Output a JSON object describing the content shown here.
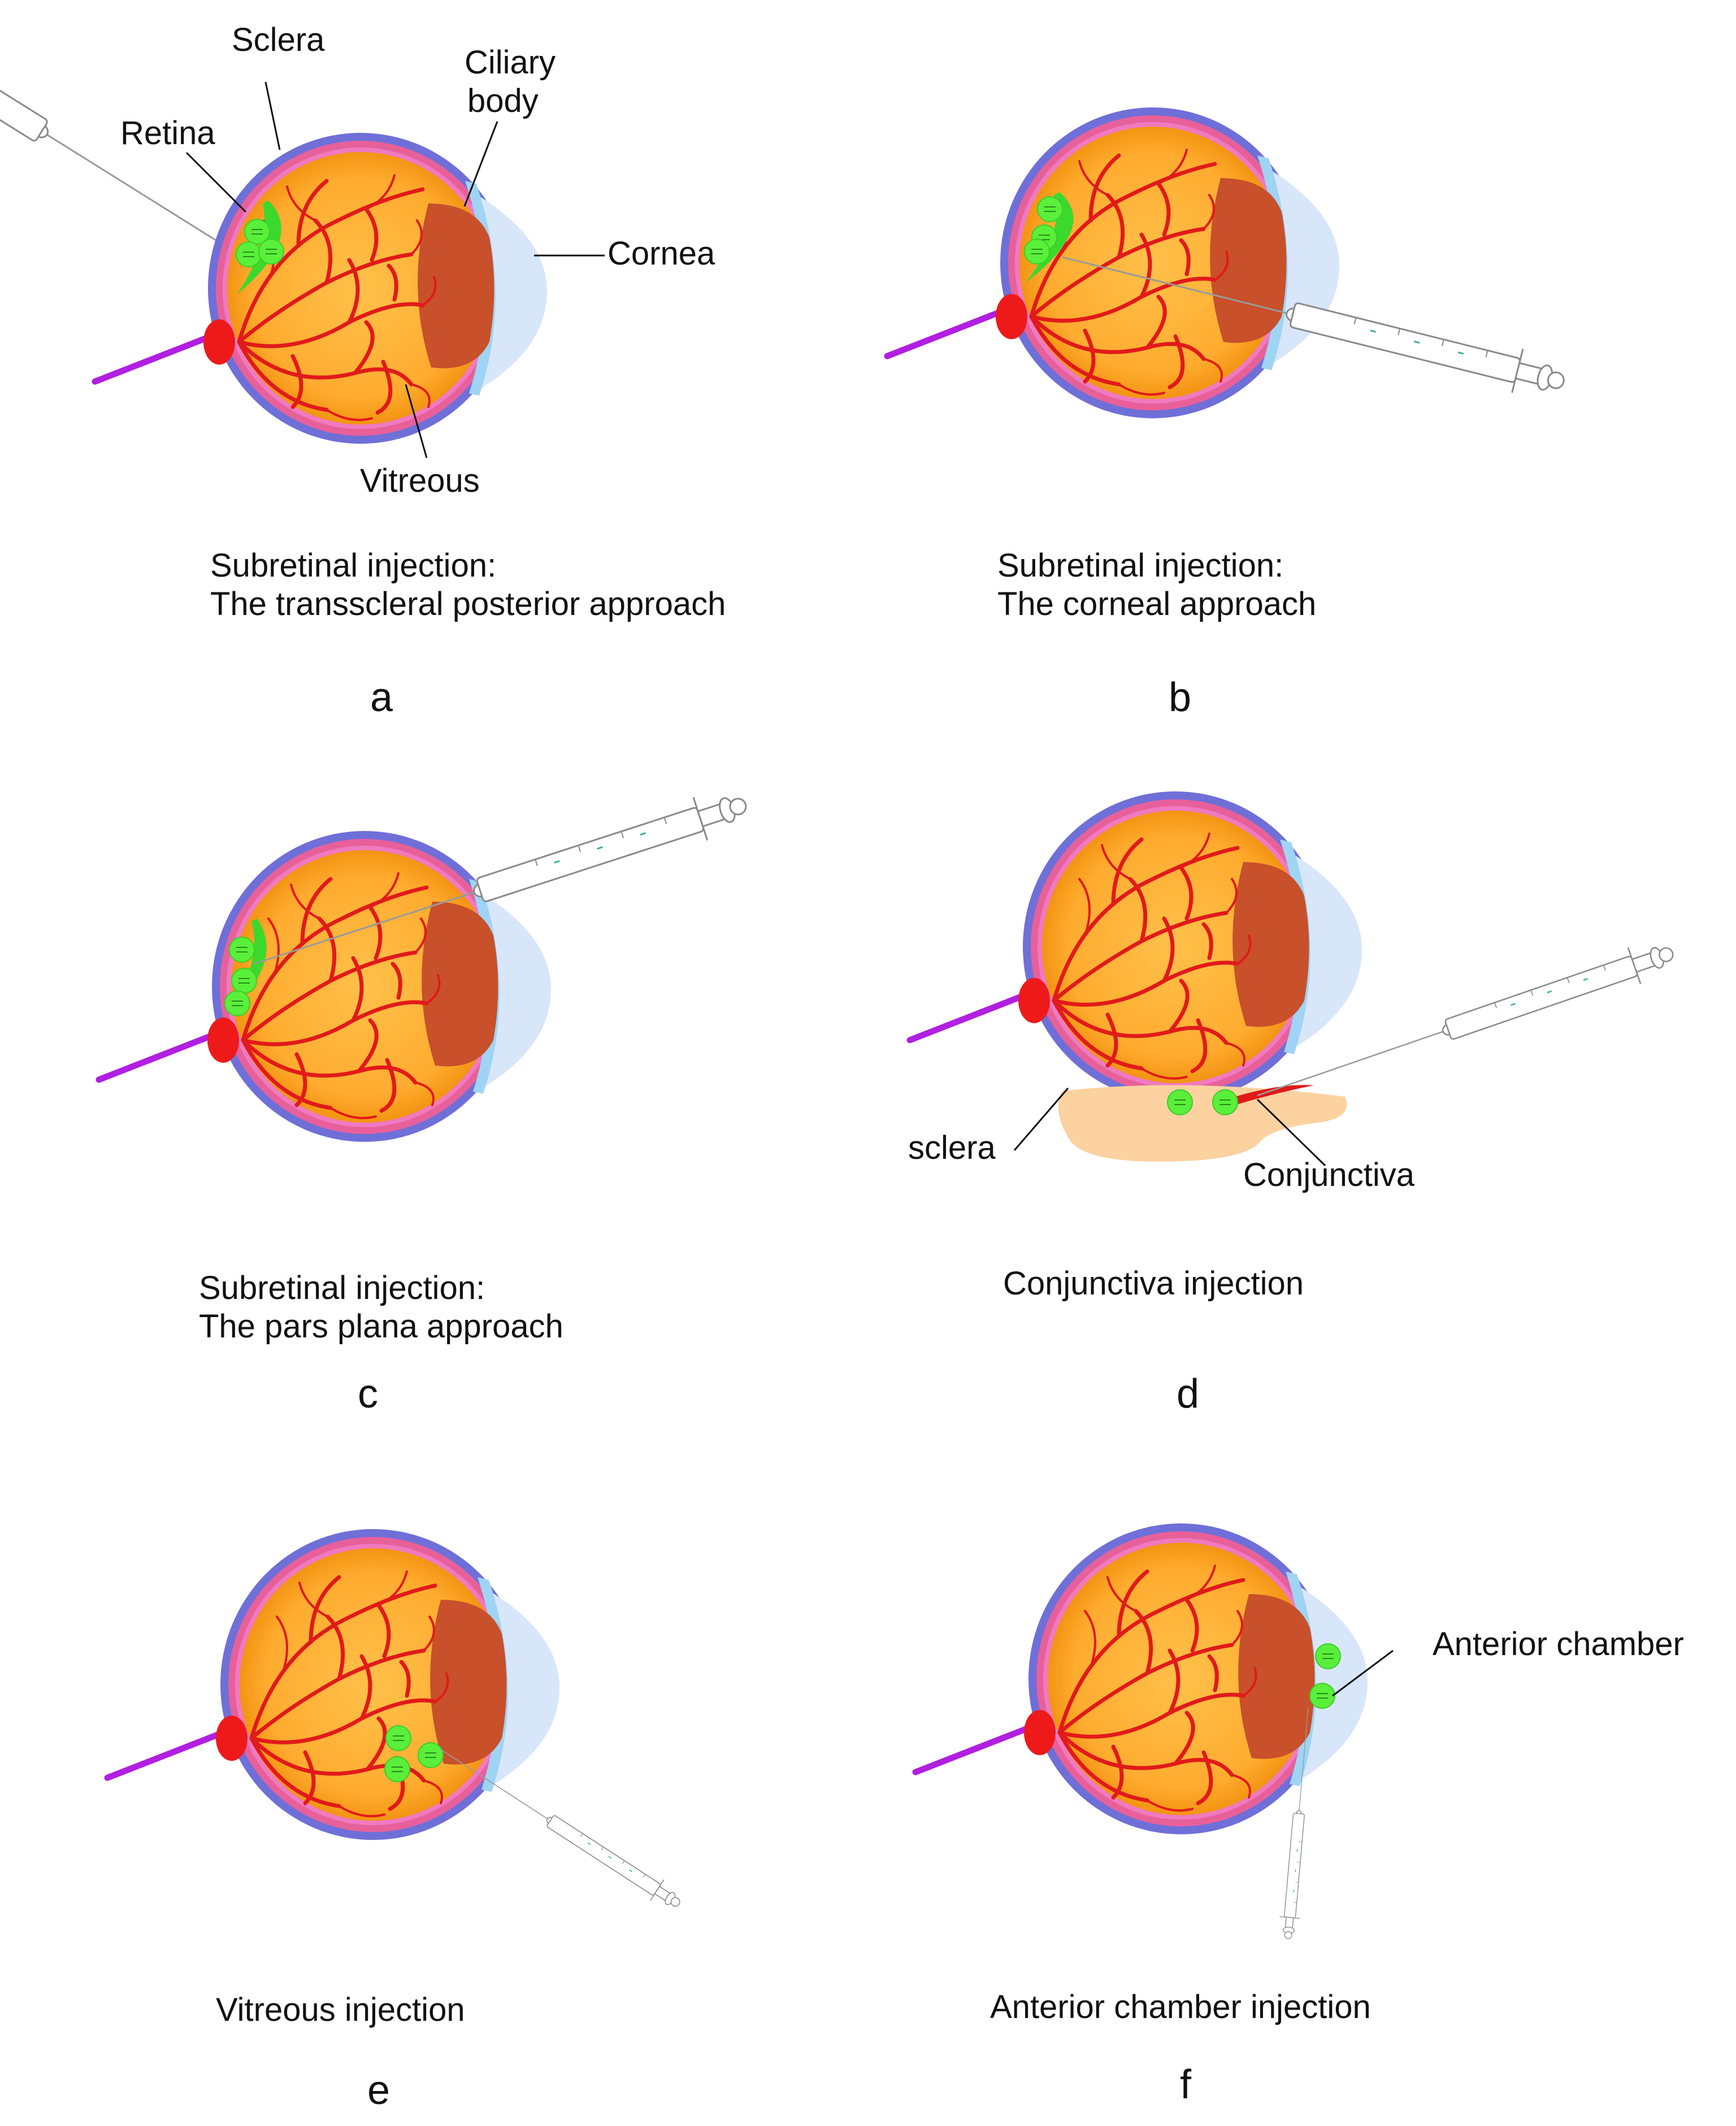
{
  "colors": {
    "sclera_outer": "#6f6fd8",
    "choroid_pink": "#e8609a",
    "vitreous_core": "#ffb33a",
    "vitreous_edge": "#f39a14",
    "retina_inner": "#f07ac0",
    "lens": "#c8502a",
    "cornea": "#d8e6fa",
    "ciliary": "#9fd4f4",
    "vessel": "#e11a1a",
    "optic_disc": "#ee1a1a",
    "optic_nerve": "#b11fe0",
    "gene_vector": "#5aef3a",
    "retina_bleb": "#3bd82e",
    "conjunctiva_tissue": "#fcd2a0",
    "syringe_outline": "#888888"
  },
  "icons": {
    "syringe": "syringe-icon",
    "vector_particle": "vector-particle-icon",
    "eyeball": "eyeball-icon"
  },
  "labels": {
    "sclera": "Sclera",
    "retina": "Retina",
    "ciliary_body_line1": "Ciliary",
    "ciliary_body_line2": "body",
    "cornea": "Cornea",
    "vitreous": "Vitreous",
    "sclera_lower": "sclera",
    "conjunctiva": "Conjunctiva",
    "anterior_chamber": "Anterior chamber"
  },
  "panels": [
    {
      "letter": "a",
      "caption_line1": "Subretinal injection:",
      "caption_line2": "The transscleral posterior approach"
    },
    {
      "letter": "b",
      "caption_line1": "Subretinal injection:",
      "caption_line2": "The corneal approach"
    },
    {
      "letter": "c",
      "caption_line1": "Subretinal injection:",
      "caption_line2": "The pars plana approach"
    },
    {
      "letter": "d",
      "caption_line1": "Conjunctiva injection"
    },
    {
      "letter": "e",
      "caption_line1": "Vitreous injection"
    },
    {
      "letter": "f",
      "caption_line1": "Anterior chamber injection"
    }
  ]
}
